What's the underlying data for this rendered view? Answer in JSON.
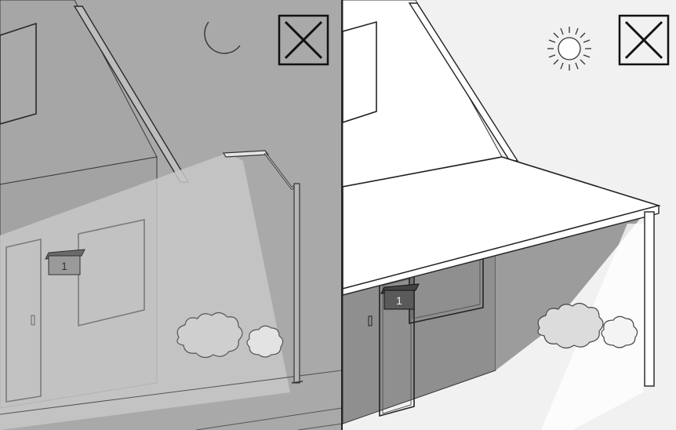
{
  "panels": [
    {
      "id": "night",
      "sky_icon": "moon-icon",
      "mark_icon": "cross-box-icon",
      "background": "#a9a9a9"
    },
    {
      "id": "day",
      "sky_icon": "sun-icon",
      "mark_icon": "cross-box-icon",
      "background": "#f1f1f1"
    }
  ],
  "house_number_sign": {
    "text": "1"
  },
  "colors": {
    "line": "#222222",
    "night_wall": "#a3a3a3",
    "night_light": "#c8c8c8",
    "day_shadow": "#8f8f8f"
  }
}
